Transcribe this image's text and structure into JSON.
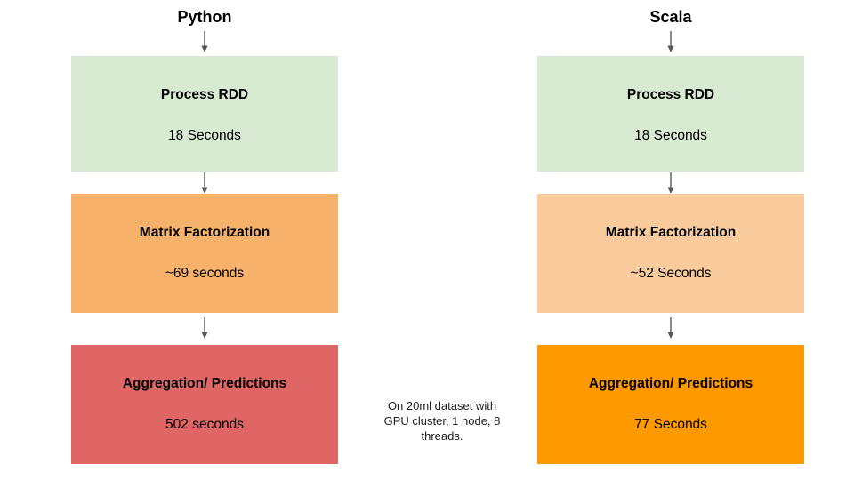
{
  "colors": {
    "process_rdd_green": "#d9ead3",
    "python_matrix_orange": "#f6b26b",
    "python_aggregation_red": "#e06666",
    "scala_matrix_peach": "#f9cb9c",
    "scala_aggregation_orange": "#ff9900",
    "arrow_gray": "#595959",
    "text_black": "#000000"
  },
  "columns": [
    {
      "title": "Python",
      "steps": [
        {
          "label": "Process RDD",
          "time": "18 Seconds",
          "color": "#d9ead3"
        },
        {
          "label": "Matrix Factorization",
          "time": "~69 seconds",
          "color": "#f6b26b"
        },
        {
          "label": "Aggregation/ Predictions",
          "time": "502 seconds",
          "color": "#e06666"
        }
      ]
    },
    {
      "title": "Scala",
      "steps": [
        {
          "label": "Process RDD",
          "time": "18 Seconds",
          "color": "#d9ead3"
        },
        {
          "label": "Matrix Factorization",
          "time": "~52 Seconds",
          "color": "#f9cb9c"
        },
        {
          "label": "Aggregation/ Predictions",
          "time": "77 Seconds",
          "color": "#ff9900"
        }
      ]
    }
  ],
  "note": {
    "text": "On 20ml dataset with GPU cluster, 1 node, 8 threads.",
    "lines": [
      "On 20ml dataset with",
      "GPU cluster, 1 node, 8",
      "threads."
    ]
  }
}
